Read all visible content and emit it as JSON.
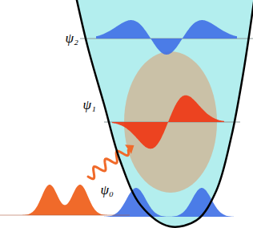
{
  "diagram": {
    "labels": [
      "ψ₂",
      "ψ₁",
      "ψ₀"
    ]
  }
}
